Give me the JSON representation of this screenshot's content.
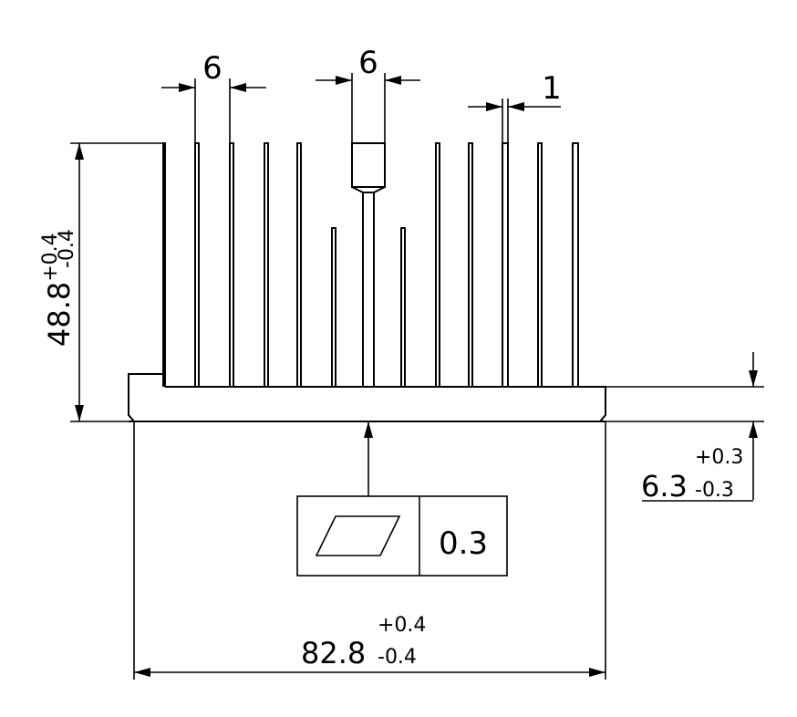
{
  "drawing": {
    "colors": {
      "line": "#000000",
      "background": "#ffffff"
    },
    "dimensions": {
      "fin_pitch": {
        "value": "6"
      },
      "fin_tip_width": {
        "value": "6"
      },
      "fin_thickness": {
        "value": "1"
      },
      "height": {
        "value": "48.8",
        "upper": "+0.4",
        "lower": "-0.4"
      },
      "base_thickness": {
        "value": "6.3",
        "upper": "+0.3",
        "lower": "-0.3"
      },
      "width": {
        "value": "82.8",
        "upper": "+0.4",
        "lower": "-0.4"
      }
    },
    "flatness_tolerance": {
      "symbol": "flatness-icon",
      "value": "0.3"
    }
  }
}
